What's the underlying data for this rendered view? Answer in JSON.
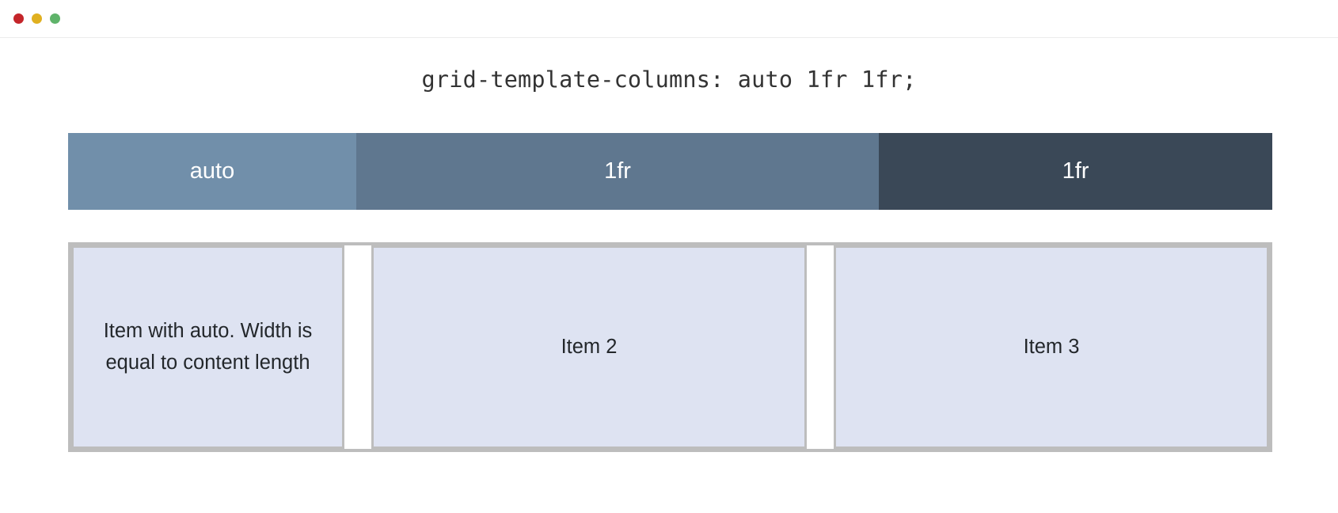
{
  "window": {
    "traffic_lights": [
      {
        "name": "close",
        "color": "#c4252a"
      },
      {
        "name": "minimize",
        "color": "#e0b020"
      },
      {
        "name": "maximize",
        "color": "#5fb36a"
      }
    ]
  },
  "page": {
    "code_title": "grid-template-columns: auto 1fr 1fr;"
  },
  "track_bar": {
    "tracks": [
      {
        "label": "auto",
        "color": "#718faa"
      },
      {
        "label": "1fr",
        "color": "#5f778f"
      },
      {
        "label": "1fr",
        "color": "#3a4857"
      }
    ]
  },
  "grid_demo": {
    "item_background": "#dee3f2",
    "border_color": "#bdbdbd",
    "items": [
      {
        "label": "Item with auto. Width is equal to content length"
      },
      {
        "label": "Item 2"
      },
      {
        "label": "Item 3"
      }
    ]
  }
}
